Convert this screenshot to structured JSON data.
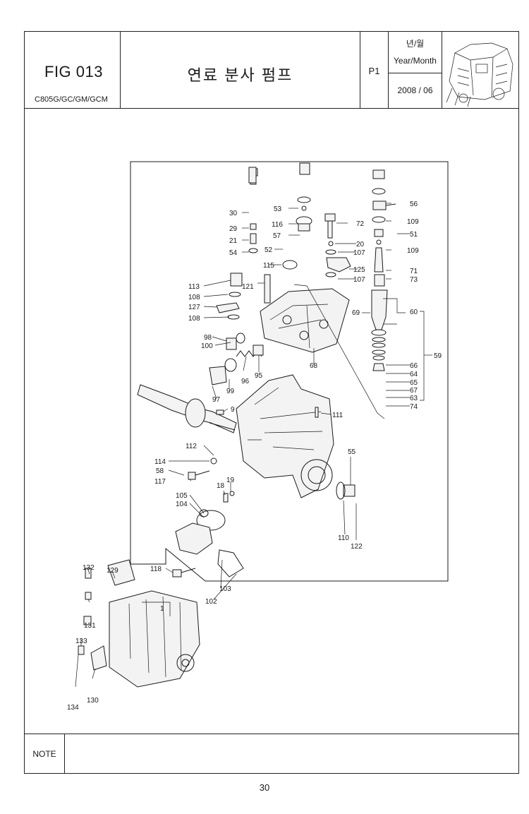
{
  "header": {
    "fig_label": "FIG 013",
    "model": "C805G/GC/GM/GCM",
    "title": "연료 분사 펌프",
    "page_tag": "P1",
    "year_month_kr": "년/월",
    "year_month_en": "Year/Month",
    "date": "2008 / 06"
  },
  "note_label": "NOTE",
  "page_number": "30",
  "callouts": {
    "c30": "30",
    "c29": "29",
    "c21": "21",
    "c54": "54",
    "c53": "53",
    "c116": "116",
    "c57": "57",
    "c52": "52",
    "c115": "115",
    "c72": "72",
    "c20": "20",
    "c107a": "107",
    "c125": "125",
    "c107b": "107",
    "c56": "56",
    "c109a": "109",
    "c51": "51",
    "c109b": "109",
    "c71": "71",
    "c73": "73",
    "c60": "60",
    "c69": "69",
    "c59": "59",
    "c66": "66",
    "c64": "64",
    "c65": "65",
    "c67": "67",
    "c63": "63",
    "c74": "74",
    "c113": "113",
    "c121": "121",
    "c108a": "108",
    "c127": "127",
    "c108b": "108",
    "c98": "98",
    "c100": "100",
    "c68": "68",
    "c96": "96",
    "c95": "95",
    "c97": "97",
    "c99": "99",
    "c9": "9",
    "c111": "111",
    "c112": "112",
    "c114": "114",
    "c58": "58",
    "c117": "117",
    "c55": "55",
    "c19": "19",
    "c18": "18",
    "c105": "105",
    "c104": "104",
    "c110": "110",
    "c122": "122",
    "c118": "118",
    "c103": "103",
    "c102": "102",
    "c1": "1",
    "c132": "132",
    "c129": "129",
    "c131": "131",
    "c133": "133",
    "c130": "130",
    "c134": "134"
  }
}
